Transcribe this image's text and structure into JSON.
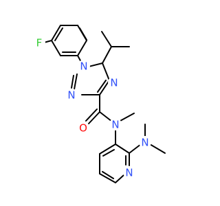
{
  "structure": {
    "atoms": [
      {
        "id": "F",
        "symbol": "F",
        "color": "#33cc33"
      },
      {
        "id": "N1",
        "symbol": "N",
        "color": "#3050f8"
      },
      {
        "id": "N2",
        "symbol": "N",
        "color": "#3050f8"
      },
      {
        "id": "N4",
        "symbol": "N",
        "color": "#3050f8"
      },
      {
        "id": "O",
        "symbol": "O",
        "color": "#ff0d0d"
      },
      {
        "id": "Namide",
        "symbol": "N",
        "color": "#3050f8"
      },
      {
        "id": "NMe2",
        "symbol": "N",
        "color": "#3050f8"
      },
      {
        "id": "Npy",
        "symbol": "N",
        "color": "#3050f8"
      }
    ]
  }
}
